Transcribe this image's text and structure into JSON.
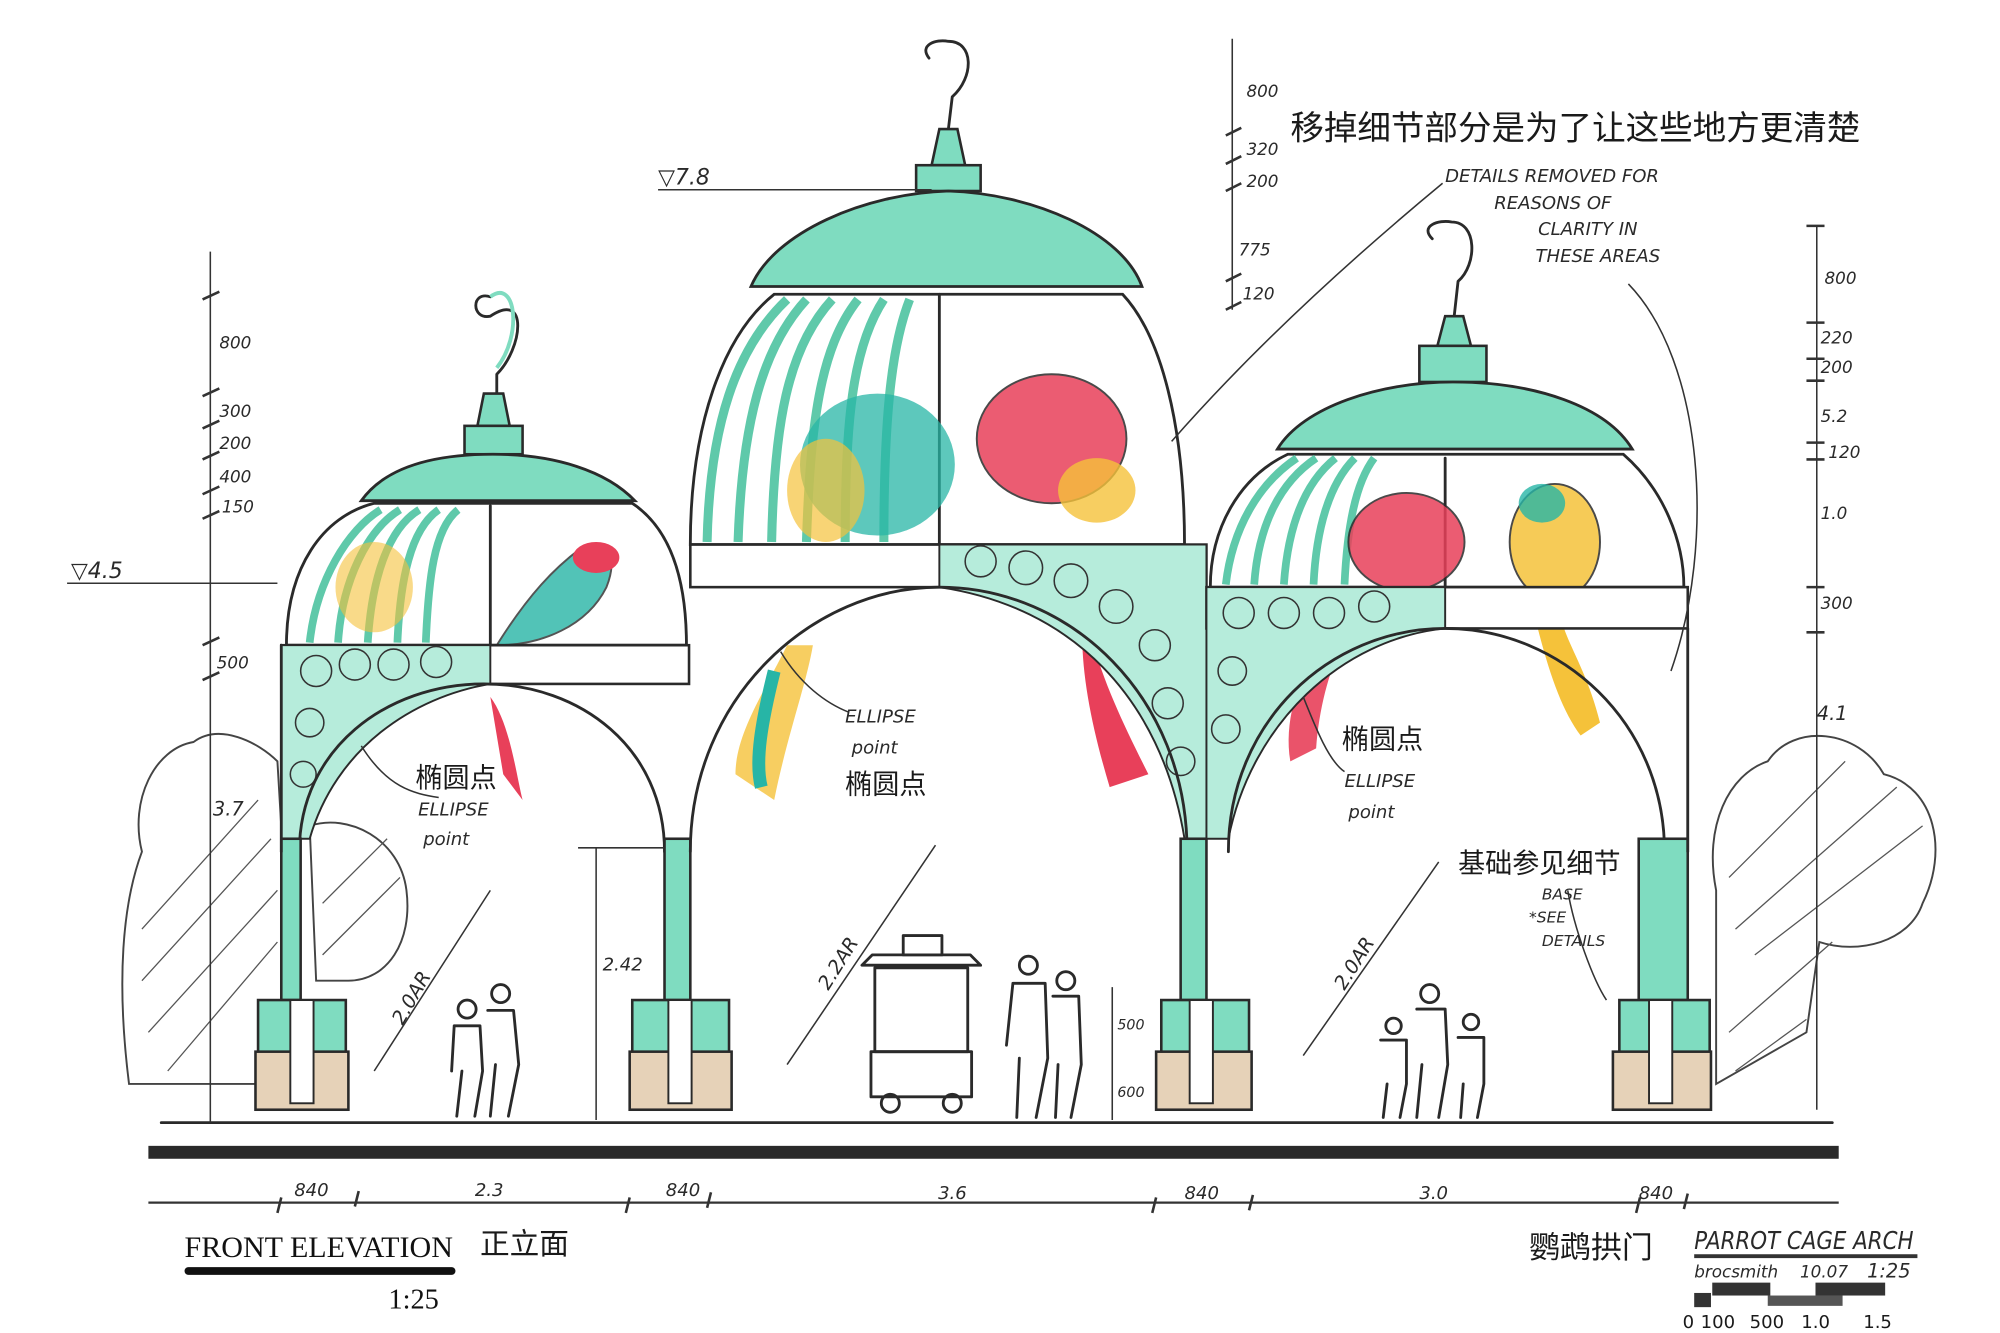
{
  "note_cn": "移掉细节部分是为了让这些地方更清楚",
  "note_en": [
    "DETAILS REMOVED FOR",
    "REASONS OF",
    "CLARITY IN",
    "THESE AREAS"
  ],
  "levels": {
    "left": "▽4.5",
    "center": "▽7.8"
  },
  "dims_left": [
    "800",
    "300",
    "200",
    "400",
    "150",
    "500",
    "3.7"
  ],
  "dims_center_top": [
    "800",
    "320",
    "200",
    "775",
    "120"
  ],
  "dims_right": [
    "800",
    "220",
    "200",
    "5.2",
    "120",
    "1.0",
    "300",
    "4.1"
  ],
  "ellipse_labels": {
    "cn": "椭圆点",
    "en1": "ELLIPSE",
    "en2": "point"
  },
  "base_note": {
    "cn": "基础参见细节",
    "en": [
      "BASE",
      "*SEE",
      "DETAILS"
    ]
  },
  "radii": {
    "left": "2.0AR",
    "center": "2.2AR",
    "right": "2.0AR"
  },
  "height_dims": {
    "arch_height": "2.42",
    "base_top": "500",
    "base_bottom": "600"
  },
  "bottom_dims": [
    "840",
    "2.3",
    "840",
    "3.6",
    "840",
    "3.0",
    "840"
  ],
  "title_block": {
    "title": "FRONT ELEVATION",
    "title_cn": "正立面",
    "scale": "1:25",
    "project_cn": "鹦鹉拱门",
    "project_en": "PARROT CAGE ARCH",
    "author": "brocsmith",
    "date": "10.07",
    "project_scale": "1:25",
    "scale_bar_labels": [
      "0",
      "100",
      "500",
      "1.0",
      "1.5"
    ]
  },
  "colors": {
    "mint": "#7fdcc0",
    "red": "#e8405a",
    "yellow": "#f5c23a",
    "teal": "#27b5a6",
    "ink": "#2a2a2a"
  }
}
